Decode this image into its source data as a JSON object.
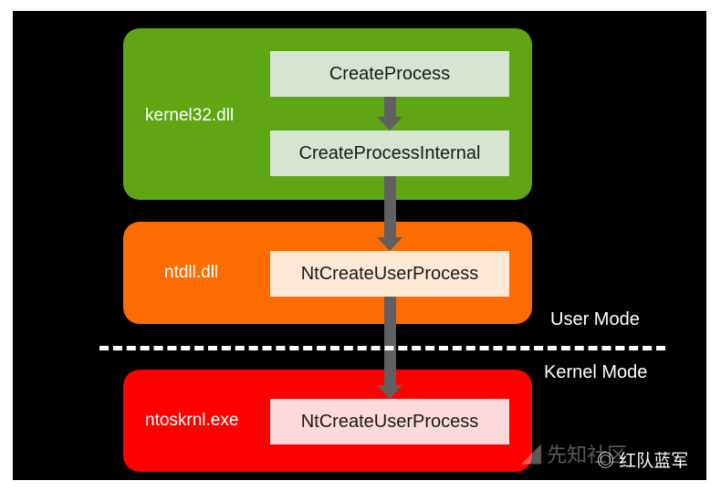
{
  "colors": {
    "kernel32_panel": "#5fa514",
    "kernel32_box": "#d6e5d1",
    "ntdll_panel": "#fe6b00",
    "ntdll_box": "#fde8d6",
    "ntoskrnl_panel": "#fe0000",
    "ntoskrnl_box": "#fed9d9",
    "arrow": "#606060",
    "background": "#000000"
  },
  "layers": {
    "kernel32": {
      "label": "kernel32.dll",
      "functions": [
        "CreateProcess",
        "CreateProcessInternal"
      ]
    },
    "ntdll": {
      "label": "ntdll.dll",
      "function": "NtCreateUserProcess"
    },
    "ntoskrnl": {
      "label": "ntoskrnl.exe",
      "function": "NtCreateUserProcess"
    }
  },
  "modes": {
    "user": "User Mode",
    "kernel": "Kernel Mode"
  },
  "watermark": {
    "site": "先知社区",
    "account": "红队蓝军"
  }
}
